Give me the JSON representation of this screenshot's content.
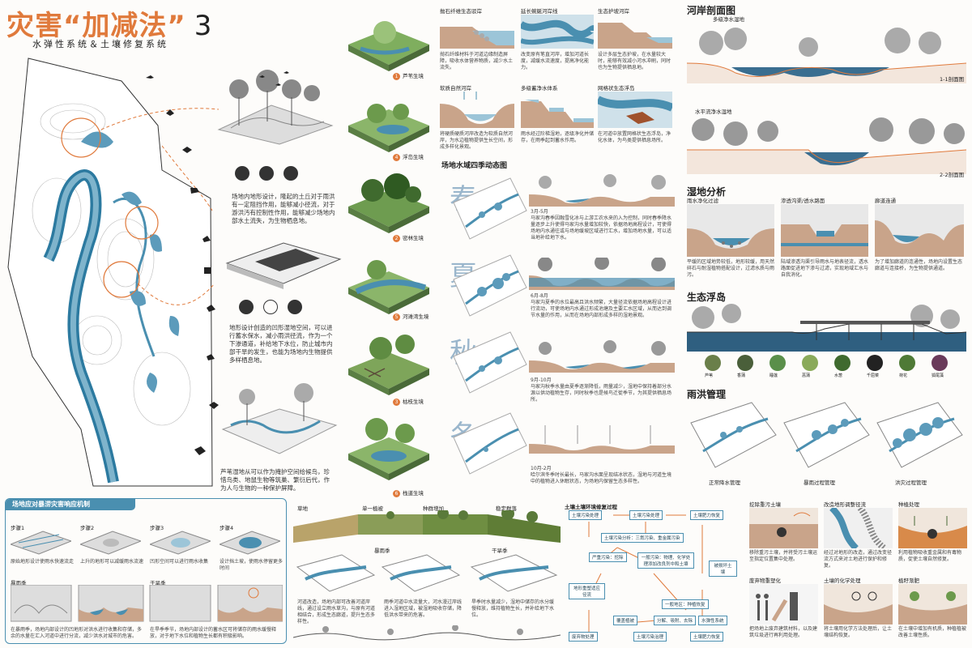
{
  "header": {
    "title": "灾害“加减法”",
    "number": "3",
    "subtitle": "水弹性系统＆土壤修复系统"
  },
  "habitats": [
    {
      "num": "1",
      "label": "芦苇生境"
    },
    {
      "num": "4",
      "label": "浮岛生境"
    },
    {
      "num": "2",
      "label": "密林生境"
    },
    {
      "num": "5",
      "label": "河滩湾生境"
    },
    {
      "num": "3",
      "label": "枯枝生境"
    },
    {
      "num": "6",
      "label": "栈道生境"
    }
  ],
  "middle_texts": {
    "terrain": "场地内地形设计，隆起的土丘对于雨洪有一定阻挡作用，能够减小径流，对于游洪汚有控制性作用，能够减少场地内部水土流失，为生物栖息地。",
    "terrain2": "地形设计创造的凹形湿地空间，可以进行蓄水保水，减小雨洪径流，作为一个下渗通道，补给地下水位，防止城市内部干旱的发生，也能为场地内生物提供多样栖息地。",
    "reed": "芦苇湿地从可以作为掩护空间给候鸟，珍惜鸟类、地鼠生物等筑巢、繁衍后代，作为人与生物的一种保护屏障。"
  },
  "ecology_grid": [
    {
      "title": "抛石纤维生态驳岸",
      "text": "抛石纤维材料于河道边缘制造屏障，吸收水体营养物质，减少水土流失。"
    },
    {
      "title": "延长蜿蜒河岸线",
      "text": "改变原有笔直河岸，增加河道长度，减缓水流速度，提高净化能力。"
    },
    {
      "title": "生态护坡河岸",
      "text": "设计多层生态护坡，在水量较大时，能够有效减小河水冲刷，同时也为生物提供栖息地。"
    },
    {
      "title": "软质自然河岸",
      "text": "将硬质硬质河岸改造为软质自然河岸，为水边植物提供生长空间，形成多样化景观。"
    },
    {
      "title": "多级蓄净水体系",
      "text": "雨水经过阶梯湿地，逐级净化并储存，在雨季起到蓄水作用。"
    },
    {
      "title": "网格状生态浮岛",
      "text": "在河道中放置网格状生态浮岛，净化水体，为鸟类提供栖息场所。"
    }
  ],
  "seasons": {
    "heading": "场地水域四季动态图",
    "items": [
      {
        "char": "春",
        "date": "3月-5月",
        "text": "马家沟春季因融雪化冰与上游工农水来的入为控制，同时春季降水量逐步上升使得马家沟水量增加较快，依据场地高程设计，可使得场地内水通往或与场地缓坡区域进行汇水，增加场地水量，可以适当地补给地下水。"
      },
      {
        "char": "夏",
        "date": "6月-8月",
        "text": "马家沟夏季的水位最高且洪水频繁，大量径流依据场地高程设计进行流动，可使场地内水通过形成池塘及主要汇水区域，从而达到调节水量的作用，从而在场地内部形成多样的湿地景观。"
      },
      {
        "char": "秋",
        "date": "9月-10月",
        "text": "马家沟秋季水量由夏季逐渐降低，雨量减少，湿地中保持着部分水源以供动植物生存，同时秋季也是候鸟迁徙季节，为其提供栖息场所。"
      },
      {
        "char": "冬",
        "date": "10月-2月",
        "text": "哈尔滨冬季时长最长，马家沟水面呈现结冰状态，湿地与河道生境中的植物进入休眠状态，为场地内保留生态多样性。"
      }
    ]
  },
  "river_section": {
    "heading": "河岸剖面图",
    "s1_label": "多级净水湿地",
    "s1_num": "1-1剖面图",
    "s2_label": "水平流净水湿地",
    "s2_num": "2-2剖面图"
  },
  "wetland": {
    "heading": "湿地分析",
    "items": [
      {
        "title": "雨水净化过滤",
        "text": "平缓的区域地势较低，地形较缓，用天然碎石与耐湿植物搭配设计，过滤水质与雨污。"
      },
      {
        "title": "渗透沟渠/透水路面",
        "text": "陆域渗透沟渠引导雨水与地表径流，透水路面促进地下渗与过滤，实现地域汇水与自我消化。"
      },
      {
        "title": "廊道连通",
        "text": "为了增加廊道的连通性，场地内设置生态廊道与连接桥，为生物提供通道。"
      }
    ]
  },
  "float_island": {
    "heading": "生态浮岛",
    "labels": [
      "芦苇",
      "香蒲",
      "睡莲",
      "菖蒲",
      "水葱",
      "千屈菜",
      "荷花",
      "狐尾藻"
    ]
  },
  "flood_mgmt": {
    "heading": "雨洪管理",
    "items": [
      "正常降水管理",
      "暴雨过程管理",
      "洪灾过程管理"
    ]
  },
  "bottom_left": {
    "heading": "场地应对暴涝灾害响应机制",
    "steps": [
      {
        "label": "步骤1",
        "text": "原始地形设计使雨水快速流走"
      },
      {
        "label": "步骤2",
        "text": "上升的地形可以减缓雨水流速"
      },
      {
        "label": "步骤3",
        "text": "凹形空间可以进行雨水收集"
      },
      {
        "label": "步骤4",
        "text": "设计挡土坡，使雨水停留更多时间"
      }
    ],
    "rain_label": "暴雨季",
    "dry_label": "干旱季",
    "rain_text": "在暴雨季，场地内部设计的凹地形对洪水进行收集和存储，多余的水量在汇入河道中进行分流，减少洪水对城市的危害。",
    "dry_text": "在旱季季节，场地内部设计的蓄水区可将储存的雨水缓慢释放，对于地下水位和植物生长都有积极影响。"
  },
  "succession": {
    "stages": [
      "草地",
      "单一植被",
      "种群增加",
      "稳定群落"
    ],
    "rainy": "暴雨季",
    "dry": "干旱季",
    "text1": "河道改造，场地内部可改善河道岸线，通过设立雨水草沟，与原有河道相结合，形成生态廊道，提升生态多样性。",
    "text2": "雨季河道中水流量大，河水漫过岸线进入湿地区域，被湿地吸收存储，降低洪水带来的危害。",
    "text3": "旱季时水量减少，湿地中储存的水分缓慢释放，维持植物生长，并补给地下水位。"
  },
  "soil": {
    "heading": "土壤土壤环境修复过程",
    "nodes": [
      "土壤污染处理",
      "土壤污染处理",
      "土壤肥力恢复",
      "土壤污染分析：三氮污染、重金属污染",
      "严重污染：挖除",
      "一般污染：物理、化学处理添加改良剂中和土壤",
      "被损坏土壤",
      "一般地区：种植恢复",
      "地形重塑适应径流",
      "覆盖植被",
      "分解、吸附、去除",
      "水弹性系统",
      "废弃物处理",
      "土壤污染治理",
      "土壤肥力恢复"
    ]
  },
  "soil_right": {
    "items": [
      {
        "title": "挖除重污土壤",
        "text": "移除重污土壤，并将受污土壤运至指定位置集中处理。"
      },
      {
        "title": "改造地形调整径流",
        "text": "经过对地形的改造，通过改变径流方式来对土地进行保护和修复。"
      },
      {
        "title": "种植处理",
        "text": "利用植物吸收重金属和有毒物质，促使土壤自然修复。"
      },
      {
        "title": "废弃物重塑化",
        "text": "把场地上废弃建筑材料，以及建筑垃圾进行再利用处理。"
      },
      {
        "title": "土壤的化学处理",
        "text": "将土壤用化学方法处理后，让土壤结构恢复。"
      },
      {
        "title": "植籽渐肥",
        "text": "在土壤中增加有机质，种植植被改善土壤性质。"
      }
    ]
  },
  "colors": {
    "accent": "#e07a3c",
    "water": "#4a8fb0",
    "water_light": "#9cc5d8",
    "land": "#c9a48a"
  }
}
